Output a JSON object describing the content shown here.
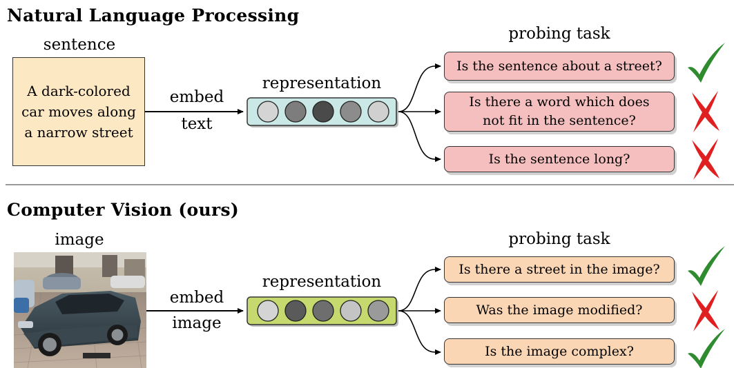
{
  "nlp": {
    "title": "Natural Language Processing",
    "input_label": "sentence",
    "sentence": "A dark-colored car moves along a narrow street",
    "embed_line1": "embed",
    "embed_line2": "text",
    "representation_label": "representation",
    "probing_label": "probing task",
    "tasks": [
      {
        "text": "Is the sentence about a street?",
        "result": "check"
      },
      {
        "text": "Is there a word which does not fit in the sentence?",
        "result": "cross"
      },
      {
        "text": "Is the sentence long?",
        "result": "cross"
      }
    ]
  },
  "cv": {
    "title": "Computer Vision (ours)",
    "input_label": "image",
    "embed_line1": "embed",
    "embed_line2": "image",
    "representation_label": "representation",
    "probing_label": "probing task",
    "tasks": [
      {
        "text": "Is there a street in the image?",
        "result": "check"
      },
      {
        "text": "Was the image modified?",
        "result": "cross"
      },
      {
        "text": "Is the image complex?",
        "result": "check"
      }
    ]
  },
  "colors": {
    "nlp_repr_bg": "#c9e8e6",
    "cv_repr_bg": "#c5d96e",
    "nlp_task_bg": "#f6bfbf",
    "cv_task_bg": "#fbd6b5",
    "check": "#2e8b2e",
    "cross": "#e02020",
    "nlp_circles": [
      "#d4d4d4",
      "#7d7d7d",
      "#4a4a4a",
      "#8c8c8c",
      "#d0d0d0"
    ],
    "cv_circles": [
      "#d4d4d4",
      "#5a5a5a",
      "#6e6e6e",
      "#c4c4c4",
      "#9a9a9a"
    ]
  }
}
